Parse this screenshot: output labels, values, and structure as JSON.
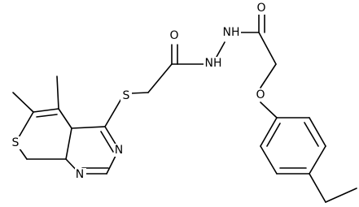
{
  "atoms": {
    "s_thiophene": "S",
    "s_thioether": "S",
    "n_pyrimidine_1": "N",
    "n_pyrimidine_2": "N",
    "o_carbonyl_left": "O",
    "nh_left": "NH",
    "nh_right": "NH",
    "o_carbonyl_right": "O",
    "o_ether": "O"
  },
  "colors": {
    "bond": "#000000",
    "label": "#000000",
    "background": "#ffffff"
  }
}
